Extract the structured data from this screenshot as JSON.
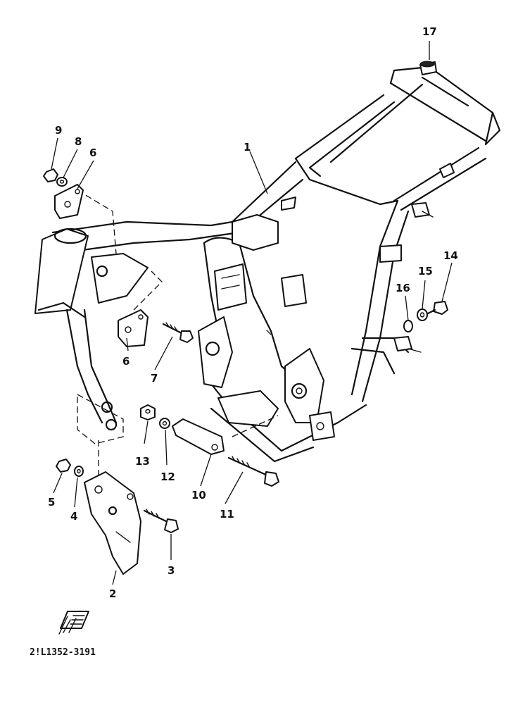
{
  "reference_code": "2!L1352-3191",
  "callouts": [
    {
      "id": "1",
      "label": "1"
    },
    {
      "id": "2",
      "label": "2"
    },
    {
      "id": "3",
      "label": "3"
    },
    {
      "id": "4",
      "label": "4"
    },
    {
      "id": "5",
      "label": "5"
    },
    {
      "id": "6a",
      "label": "6"
    },
    {
      "id": "6b",
      "label": "6"
    },
    {
      "id": "7",
      "label": "7"
    },
    {
      "id": "8",
      "label": "8"
    },
    {
      "id": "9",
      "label": "9"
    },
    {
      "id": "10",
      "label": "10"
    },
    {
      "id": "11",
      "label": "11"
    },
    {
      "id": "12",
      "label": "12"
    },
    {
      "id": "13",
      "label": "13"
    },
    {
      "id": "14",
      "label": "14"
    },
    {
      "id": "15",
      "label": "15"
    },
    {
      "id": "16",
      "label": "16"
    },
    {
      "id": "17",
      "label": "17"
    }
  ],
  "icons": {
    "front_indicator": "front-direction-icon"
  }
}
